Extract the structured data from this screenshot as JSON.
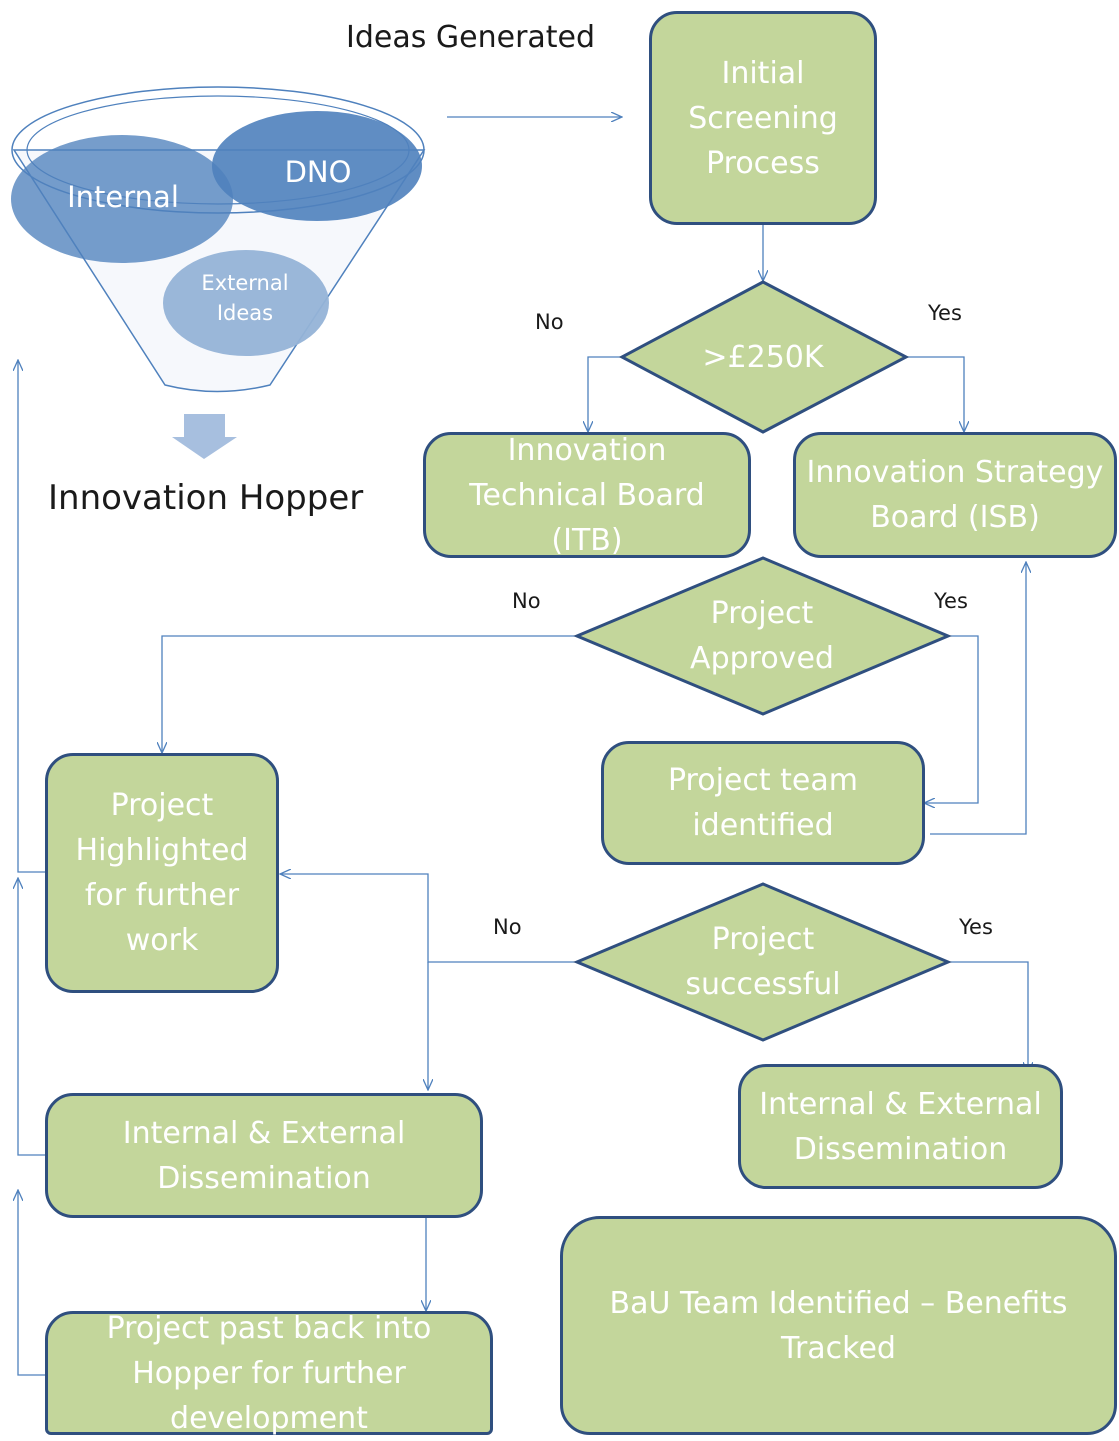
{
  "hopper": {
    "heading": "Ideas Generated",
    "label": "Innovation Hopper",
    "circles": {
      "internal": "Internal",
      "dno": "DNO",
      "external": "External Ideas"
    }
  },
  "nodes": {
    "initial_screening": "Initial Screening Process",
    "decision_cost": ">£250K",
    "itb": "Innovation Technical Board (ITB)",
    "isb": "Innovation Strategy Board (ISB)",
    "decision_approved": "Project Approved",
    "project_team": "Project team identified",
    "highlighted": "Project Highlighted for further work",
    "decision_successful": "Project successful",
    "dissemination_left": "Internal & External Dissemination",
    "dissemination_right": "Internal & External Dissemination",
    "past_back": "Project past back into Hopper for further development",
    "bau": "BaU Team Identified – Benefits Tracked"
  },
  "edge_labels": {
    "cost_no": "No",
    "cost_yes": "Yes",
    "approved_no": "No",
    "approved_yes": "Yes",
    "successful_no": "No",
    "successful_yes": "Yes"
  },
  "colors": {
    "box_fill": "#c3d69b",
    "box_border": "#2f4f7f",
    "connector": "#4f81bd",
    "funnel_dark": "#4f81bd",
    "funnel_light": "#95b3d7"
  }
}
